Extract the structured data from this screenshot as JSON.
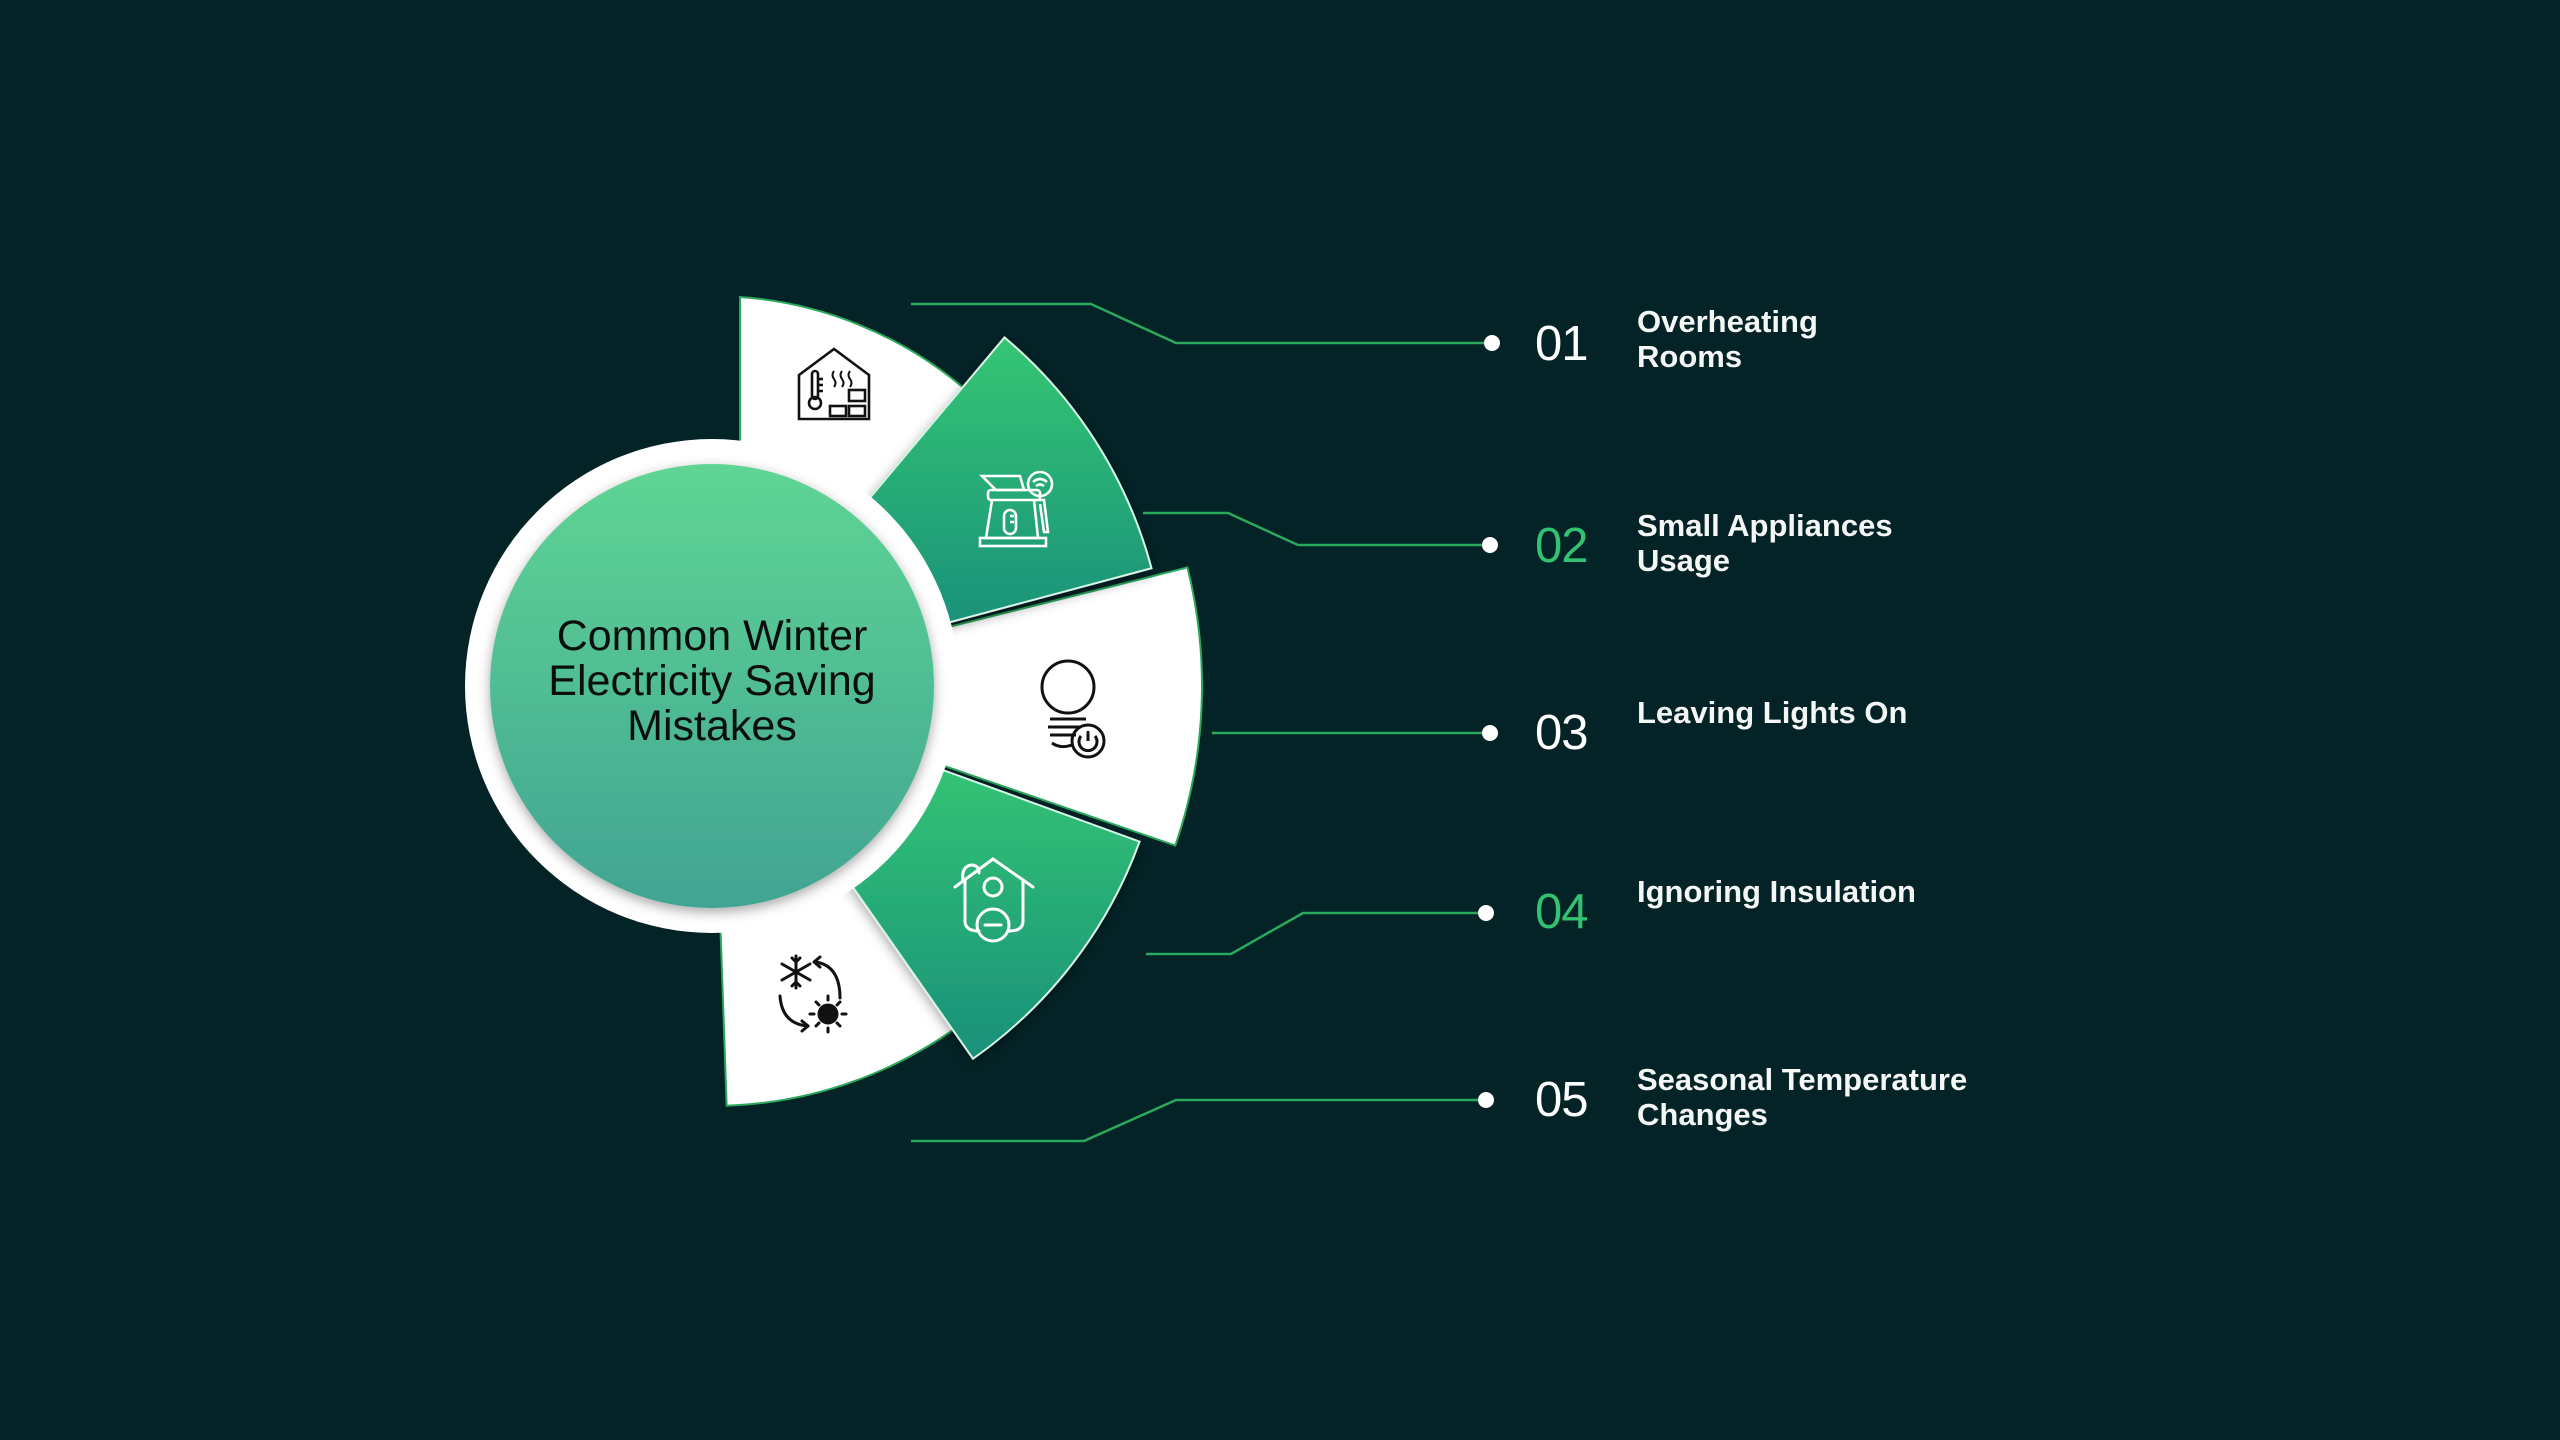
{
  "title": "Common Winter Electricity Saving Mistakes",
  "title_lines": [
    "Common Winter",
    "Electricity Saving",
    "Mistakes"
  ],
  "colors": {
    "background": "#032326",
    "accent_green": "#33c271",
    "segment_green_top": "#35c674",
    "segment_green_bottom": "#19907a",
    "hub_top": "#5fd594",
    "hub_bottom": "#41a493",
    "segment_white": "#ffffff",
    "connector": "#2aa95c",
    "label_text": "#f4f7f6"
  },
  "items": [
    {
      "number": "01",
      "label_lines": [
        "Overheating",
        "Rooms"
      ],
      "icon": "house-thermostat-icon",
      "segment_style": "white",
      "number_accent": false
    },
    {
      "number": "02",
      "label_lines": [
        "Small Appliances",
        "Usage"
      ],
      "icon": "smart-kettle-icon",
      "segment_style": "green",
      "number_accent": true
    },
    {
      "number": "03",
      "label_lines": [
        "Leaving Lights On"
      ],
      "icon": "bulb-power-icon",
      "segment_style": "white",
      "number_accent": false
    },
    {
      "number": "04",
      "label_lines": [
        "Ignoring Insulation"
      ],
      "icon": "house-minus-icon",
      "segment_style": "green",
      "number_accent": true
    },
    {
      "number": "05",
      "label_lines": [
        "Seasonal Temperature",
        "Changes"
      ],
      "icon": "season-cycle-icon",
      "segment_style": "white",
      "number_accent": false
    }
  ]
}
